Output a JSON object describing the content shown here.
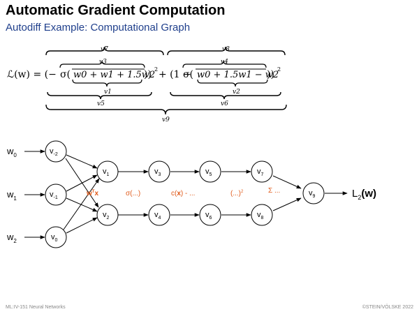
{
  "header": {
    "title": "Automatic Gradient Computation",
    "subtitle": "Autodiff Example: Computational Graph"
  },
  "formula": {
    "lhs": "ℒ(w) = (−",
    "sigma_a": "σ(",
    "arg_a": "w0 + w1 + 1.5w2",
    "close_a": "))",
    "mid": "+ (1 −",
    "sigma_b": "σ(",
    "arg_b": "w0 + 1.5w1 − w2",
    "close_b": "))",
    "sq": "2",
    "labels": {
      "v7": "v7",
      "v3": "v3",
      "v1": "v1",
      "v5": "v5",
      "v8": "v8",
      "v4": "v4",
      "v2": "v2",
      "v6": "v6",
      "v9": "v9"
    }
  },
  "graph": {
    "inputs": [
      {
        "name": "w",
        "sub": "0"
      },
      {
        "name": "w",
        "sub": "1"
      },
      {
        "name": "w",
        "sub": "2"
      }
    ],
    "nodes": {
      "vm2": {
        "name": "v",
        "sub": "-2"
      },
      "vm1": {
        "name": "v",
        "sub": "-1"
      },
      "v0": {
        "name": "v",
        "sub": "0"
      },
      "v1": {
        "name": "v",
        "sub": "1"
      },
      "v2": {
        "name": "v",
        "sub": "2"
      },
      "v3": {
        "name": "v",
        "sub": "3"
      },
      "v4": {
        "name": "v",
        "sub": "4"
      },
      "v5": {
        "name": "v",
        "sub": "5"
      },
      "v6": {
        "name": "v",
        "sub": "6"
      },
      "v7": {
        "name": "v",
        "sub": "7"
      },
      "v8": {
        "name": "v",
        "sub": "8"
      },
      "v9": {
        "name": "v",
        "sub": "9"
      }
    },
    "output": {
      "name": "L",
      "sub": "2",
      "arg": "(w)"
    },
    "ops": {
      "linear": {
        "main": "w",
        "sup": "T",
        "tail": "x"
      },
      "sigmoid": "σ(...)",
      "subtract": {
        "pre": "c(",
        "bold": "x",
        "post": ") - ..."
      },
      "square": {
        "main": "(...)",
        "sup": "2"
      },
      "sum": "Σ ..."
    },
    "op_color": "#e05a1a"
  },
  "footer": {
    "left": "ML:IV-151   Neural Networks",
    "right": "©STEIN/VÖLSKE 2022"
  }
}
